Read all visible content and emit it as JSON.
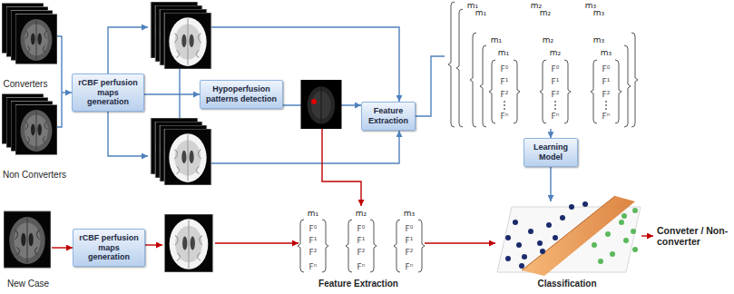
{
  "diagram": {
    "nodes": [
      {
        "text": [
          "rCBF perfusion maps generation"
        ]
      },
      {
        "text": [
          "Hypoperfusion patterns detection"
        ]
      },
      {
        "text": [
          "Feature Extraction"
        ]
      },
      {
        "text": [
          "Learning Model"
        ]
      },
      {
        "text": [
          "rCBF perfusion maps generation"
        ]
      }
    ],
    "edges": [
      {
        "from": 0,
        "to": 1,
        "arrow": "to"
      },
      {
        "from": 1,
        "to": 2,
        "arrow": "to"
      },
      {
        "from": 2,
        "to": 3,
        "arrow": "to"
      }
    ],
    "labels": [
      "Converters",
      "Non Converters",
      "m₁",
      "m₂",
      "m₃",
      "m₁",
      "m₂",
      "m₃",
      "m₁",
      "m₂",
      "m₃",
      "m₁",
      "m₂",
      "m₃",
      "F⁰",
      "F¹",
      "F²",
      "Fⁿ",
      "F⁰",
      "F¹",
      "F²",
      "Fⁿ",
      "F⁰",
      "F¹",
      "F²",
      "Fⁿ",
      "New Case",
      "m₁",
      "m₂",
      "m₃",
      "F⁰",
      "F¹",
      "F²",
      "Fⁿ",
      "F⁰",
      "F¹",
      "F²",
      "Fⁿ",
      "F⁰",
      "F¹",
      "F²",
      "Fⁿ",
      "Feature Extraction",
      "Classification",
      "Conveter / Non-converter"
    ]
  }
}
